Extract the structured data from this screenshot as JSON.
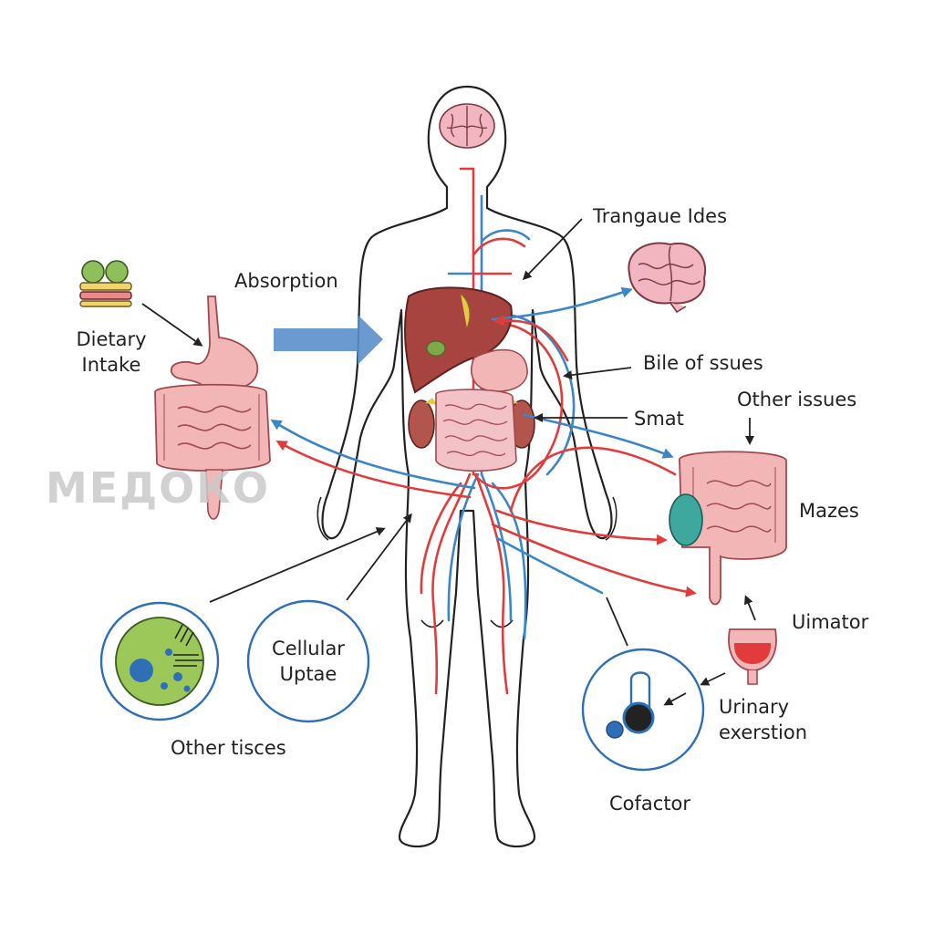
{
  "labels": {
    "absorption": "Absorption",
    "dietary_intake": "Dietary\nIntake",
    "trangaue_ides": "Trangaue Ides",
    "bile_of_ssues": "Bile of ssues",
    "smat": "Smat",
    "other_issues": "Other issues",
    "mazes": "Mazes",
    "uimator": "Uimator",
    "urinary_exerstion": "Urinary\nexerstion",
    "cofactor": "Cofactor",
    "cellular_uptae": "Cellular\nUptae",
    "other_tisces": "Other tisces"
  },
  "watermark": "МЕДОКО",
  "colors": {
    "artery": "#e23b3b",
    "vein": "#3a86c8",
    "outline": "#222222",
    "organ_pink": "#f2b6b6",
    "liver": "#a8443f",
    "cell_green": "#9cc85a",
    "circle_border": "#2e6fb8"
  }
}
